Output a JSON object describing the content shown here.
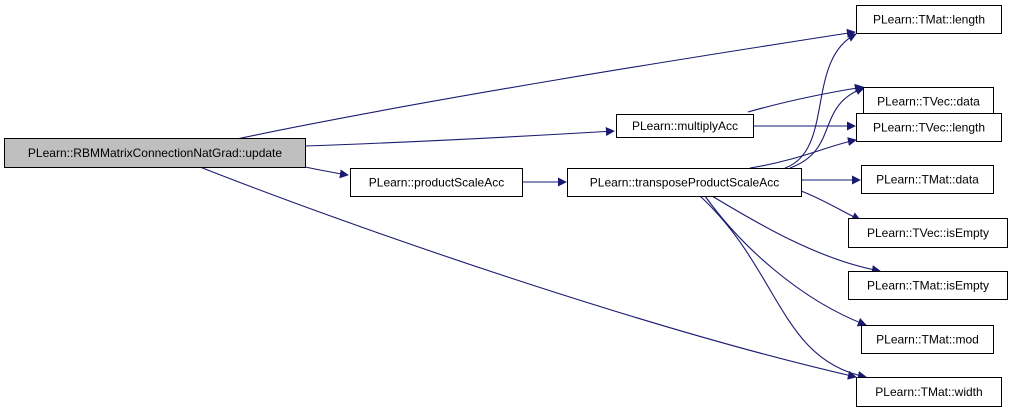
{
  "graph": {
    "colors": {
      "edge": "#191970",
      "root_fill": "#bfbfbf",
      "node_fill": "#ffffff",
      "border": "#000000"
    },
    "nodes": [
      {
        "id": "root",
        "label": "PLearn::RBMMatrixConnectionNatGrad::update",
        "root": true,
        "interactable": true
      },
      {
        "id": "multiplyAcc",
        "label": "PLearn::multiplyAcc",
        "interactable": true
      },
      {
        "id": "productScaleAcc",
        "label": "PLearn::productScaleAcc",
        "interactable": true
      },
      {
        "id": "transposeProductScaleAcc",
        "label": "PLearn::transposeProductScaleAcc",
        "interactable": true
      },
      {
        "id": "TMat_length",
        "label": "PLearn::TMat::length",
        "interactable": true
      },
      {
        "id": "TVec_data",
        "label": "PLearn::TVec::data",
        "interactable": true
      },
      {
        "id": "TVec_length",
        "label": "PLearn::TVec::length",
        "interactable": true
      },
      {
        "id": "TMat_data",
        "label": "PLearn::TMat::data",
        "interactable": true
      },
      {
        "id": "TVec_isEmpty",
        "label": "PLearn::TVec::isEmpty",
        "interactable": true
      },
      {
        "id": "TMat_isEmpty",
        "label": "PLearn::TMat::isEmpty",
        "interactable": true
      },
      {
        "id": "TMat_mod",
        "label": "PLearn::TMat::mod",
        "interactable": true
      },
      {
        "id": "TMat_width",
        "label": "PLearn::TMat::width",
        "interactable": true
      }
    ],
    "edges": [
      {
        "from": "root",
        "to": "TMat_length"
      },
      {
        "from": "root",
        "to": "multiplyAcc"
      },
      {
        "from": "root",
        "to": "productScaleAcc"
      },
      {
        "from": "root",
        "to": "TMat_width"
      },
      {
        "from": "multiplyAcc",
        "to": "TVec_data"
      },
      {
        "from": "multiplyAcc",
        "to": "TVec_length"
      },
      {
        "from": "productScaleAcc",
        "to": "transposeProductScaleAcc"
      },
      {
        "from": "transposeProductScaleAcc",
        "to": "TMat_length"
      },
      {
        "from": "transposeProductScaleAcc",
        "to": "TVec_data"
      },
      {
        "from": "transposeProductScaleAcc",
        "to": "TVec_length"
      },
      {
        "from": "transposeProductScaleAcc",
        "to": "TMat_data"
      },
      {
        "from": "transposeProductScaleAcc",
        "to": "TVec_isEmpty"
      },
      {
        "from": "transposeProductScaleAcc",
        "to": "TMat_isEmpty"
      },
      {
        "from": "transposeProductScaleAcc",
        "to": "TMat_mod"
      },
      {
        "from": "transposeProductScaleAcc",
        "to": "TMat_width"
      }
    ]
  }
}
